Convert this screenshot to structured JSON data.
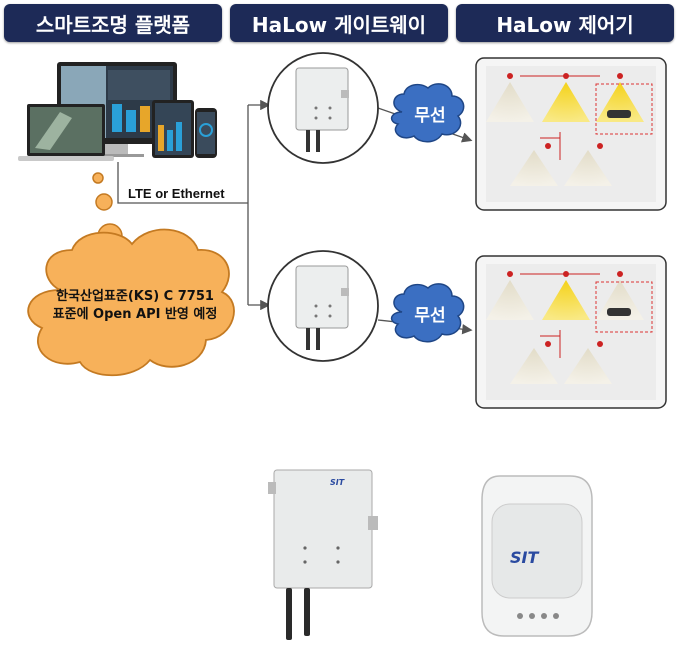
{
  "headers": {
    "platform": "스마트조명 플랫폼",
    "gateway": "HaLow 게이트웨이",
    "controller": "HaLow 제어기"
  },
  "link_label": "LTE or Ethernet",
  "wireless_label": "무선",
  "note_line1": "한국산업표준(KS) C 7751",
  "note_line2": "표준에 Open API 반영 예정",
  "gateway_logo": "SIT",
  "controller_logo": "SIT",
  "colors": {
    "header_bg": "#1d2a57",
    "note_cloud": "#f7b15a",
    "wireless_cloud": "#3b6fc2",
    "lamp_yellow": "#f4d21a",
    "lamp_beige": "#e7e1cf"
  }
}
